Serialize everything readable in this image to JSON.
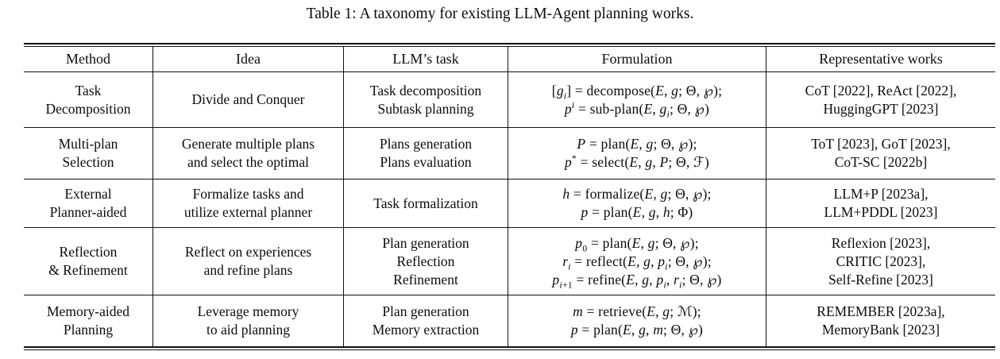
{
  "caption": "Table 1: A taxonomy for existing LLM-Agent planning works.",
  "columns": [
    "Method",
    "Idea",
    "LLM’s task",
    "Formulation",
    "Representative works"
  ],
  "rows": [
    {
      "method": [
        "Task",
        "Decomposition"
      ],
      "idea": [
        "Divide and Conquer"
      ],
      "llm_task": [
        "Task decomposition",
        "Subtask planning"
      ],
      "formulation": [
        "[g_i] = decompose(E, g; Θ, 𝒫);",
        "p^i = sub-plan(E, g_i; Θ, 𝒫)"
      ],
      "works": [
        "CoT [2022], ReAct [2022],",
        "HuggingGPT [2023]"
      ]
    },
    {
      "method": [
        "Multi-plan",
        "Selection"
      ],
      "idea": [
        "Generate multiple plans",
        "and select the optimal"
      ],
      "llm_task": [
        "Plans generation",
        "Plans evaluation"
      ],
      "formulation": [
        "P = plan(E, g; Θ, 𝒫);",
        "p^* = select(E, g, P; Θ, ℱ)"
      ],
      "works": [
        "ToT [2023], GoT [2023],",
        "CoT-SC [2022b]"
      ]
    },
    {
      "method": [
        "External",
        "Planner-aided"
      ],
      "idea": [
        "Formalize tasks and",
        "utilize external planner"
      ],
      "llm_task": [
        "Task formalization"
      ],
      "formulation": [
        "h = formalize(E, g; Θ, 𝒫);",
        "p = plan(E, g, h; Φ)"
      ],
      "works": [
        "LLM+P [2023a],",
        "LLM+PDDL [2023]"
      ]
    },
    {
      "method": [
        "Reflection",
        "& Refinement"
      ],
      "idea": [
        "Reflect on experiences",
        "and refine plans"
      ],
      "llm_task": [
        "Plan generation",
        "Reflection",
        "Refinement"
      ],
      "formulation": [
        "p_0 = plan(E, g; Θ, 𝒫);",
        "r_i = reflect(E, g, p_i; Θ, 𝒫);",
        "p_{i+1} = refine(E, g, p_i, r_i; Θ, 𝒫)"
      ],
      "works": [
        "Reflexion [2023],",
        "CRITIC [2023],",
        "Self-Refine [2023]"
      ]
    },
    {
      "method": [
        "Memory-aided",
        "Planning"
      ],
      "idea": [
        "Leverage memory",
        "to aid planning"
      ],
      "llm_task": [
        "Plan generation",
        "Memory extraction"
      ],
      "formulation": [
        "m = retrieve(E, g; ℳ);",
        "p = plan(E, g, m; Θ, 𝒫)"
      ],
      "works": [
        "REMEMBER [2023a],",
        "MemoryBank [2023]"
      ]
    }
  ]
}
